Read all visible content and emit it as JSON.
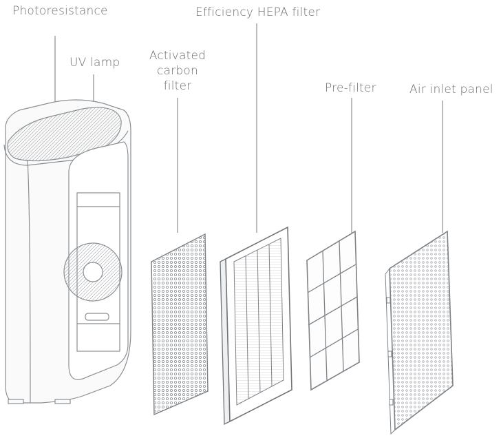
{
  "labels": {
    "photoresistance": "Photoresistance",
    "uv_lamp": "UV lamp",
    "activated_carbon_filter": [
      "Activated",
      "carbon",
      "filter"
    ],
    "hepa_filter": "Efficiency HEPA filter",
    "pre_filter": "Pre-filter",
    "air_inlet_panel": "Air inlet panel"
  },
  "colors": {
    "line": "#8a8f94",
    "text": "#6b6f73",
    "body_fill": "#fafafa"
  }
}
